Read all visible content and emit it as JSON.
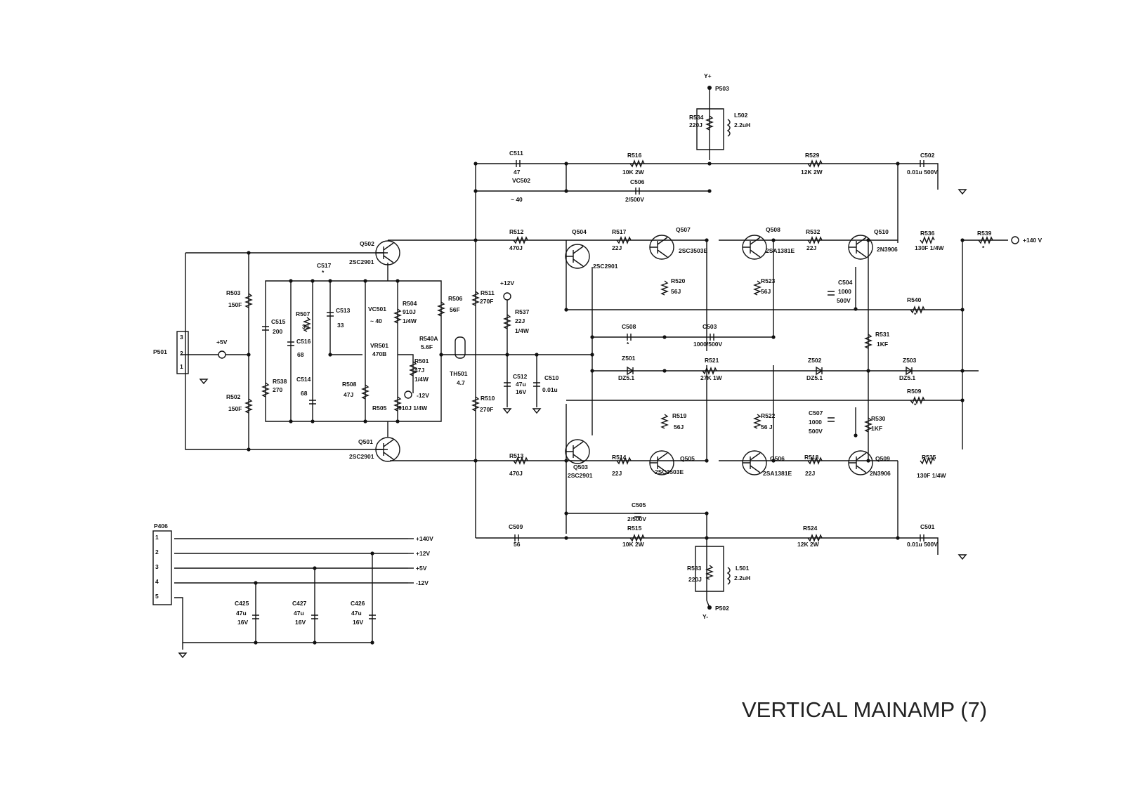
{
  "title": "VERTICAL  MAINAMP  (7)",
  "rails": {
    "y_plus": "Y+",
    "y_minus": "Y-",
    "p503": "P503",
    "p502": "P502",
    "plus140": "+140 V",
    "plus12": "+12V",
    "plus5": "+5V",
    "minus12": "-12V"
  },
  "connectors": {
    "p501": {
      "name": "P501",
      "pins": [
        "3",
        "2",
        "1"
      ]
    },
    "p406": {
      "name": "P406",
      "pins": [
        "1",
        "2",
        "3",
        "4",
        "5"
      ],
      "rails": [
        "+140V",
        "+12V",
        "+5V",
        "-12V"
      ]
    }
  },
  "labels": [
    {
      "id": "l-y-plus",
      "text": "Y+"
    },
    {
      "id": "l-p503",
      "text": "P503"
    },
    {
      "id": "l-r534",
      "text": "R534"
    },
    {
      "id": "l-r534-v",
      "text": "220J"
    },
    {
      "id": "l-l502",
      "text": "L502"
    },
    {
      "id": "l-l502-v",
      "text": "2.2uH"
    },
    {
      "id": "l-c511",
      "text": "C511"
    },
    {
      "id": "l-c511-v",
      "text": "47"
    },
    {
      "id": "l-r516",
      "text": "R516"
    },
    {
      "id": "l-r516-v",
      "text": "10K 2W"
    },
    {
      "id": "l-vc502",
      "text": "VC502"
    },
    {
      "id": "l-vc502-v",
      "text": "~ 40"
    },
    {
      "id": "l-c506",
      "text": "C506"
    },
    {
      "id": "l-c506-v",
      "text": "2/500V"
    },
    {
      "id": "l-r529",
      "text": "R529"
    },
    {
      "id": "l-r529-v",
      "text": "12K 2W"
    },
    {
      "id": "l-c502",
      "text": "C502"
    },
    {
      "id": "l-c502-v",
      "text": "0.01u  500V"
    },
    {
      "id": "l-q502",
      "text": "Q502"
    },
    {
      "id": "l-q502-t",
      "text": "2SC2901"
    },
    {
      "id": "l-r512",
      "text": "R512"
    },
    {
      "id": "l-r512-v",
      "text": "470J"
    },
    {
      "id": "l-q504",
      "text": "Q504"
    },
    {
      "id": "l-q504-t",
      "text": "2SC2901"
    },
    {
      "id": "l-r517",
      "text": "R517"
    },
    {
      "id": "l-r517-v",
      "text": "22J"
    },
    {
      "id": "l-q507",
      "text": "Q507"
    },
    {
      "id": "l-q507-t",
      "text": "2SC3503E"
    },
    {
      "id": "l-q508",
      "text": "Q508"
    },
    {
      "id": "l-q508-t",
      "text": "2SA1381E"
    },
    {
      "id": "l-r532",
      "text": "R532"
    },
    {
      "id": "l-r532-v",
      "text": "22J"
    },
    {
      "id": "l-q510",
      "text": "Q510"
    },
    {
      "id": "l-q510-t",
      "text": "2N3906"
    },
    {
      "id": "l-r536",
      "text": "R536"
    },
    {
      "id": "l-r536-v",
      "text": "130F  1/4W"
    },
    {
      "id": "l-r539",
      "text": "R539"
    },
    {
      "id": "l-r539-v",
      "text": "*"
    },
    {
      "id": "l-plus140",
      "text": "+140 V"
    },
    {
      "id": "l-c517",
      "text": "C517"
    },
    {
      "id": "l-c517-v",
      "text": "*"
    },
    {
      "id": "l-r503",
      "text": "R503"
    },
    {
      "id": "l-r503-v",
      "text": "150F"
    },
    {
      "id": "l-c515",
      "text": "C515"
    },
    {
      "id": "l-c515-v",
      "text": "200"
    },
    {
      "id": "l-r507",
      "text": "R507"
    },
    {
      "id": "l-r507-v",
      "text": "39"
    },
    {
      "id": "l-c513",
      "text": "C513"
    },
    {
      "id": "l-c513-v",
      "text": "33"
    },
    {
      "id": "l-vc501",
      "text": "VC501"
    },
    {
      "id": "l-vc501-v",
      "text": "~ 40"
    },
    {
      "id": "l-r504",
      "text": "R504"
    },
    {
      "id": "l-r504-v",
      "text": "910J"
    },
    {
      "id": "l-r504-p",
      "text": "1/4W"
    },
    {
      "id": "l-r506",
      "text": "R506"
    },
    {
      "id": "l-r506-v",
      "text": "56F"
    },
    {
      "id": "l-r511",
      "text": "R511"
    },
    {
      "id": "l-r511-v",
      "text": "270F"
    },
    {
      "id": "l-plus12",
      "text": "+12V"
    },
    {
      "id": "l-r537",
      "text": "R537"
    },
    {
      "id": "l-r537-v",
      "text": "22J"
    },
    {
      "id": "l-r537-p",
      "text": "1/4W"
    },
    {
      "id": "l-r520",
      "text": "R520"
    },
    {
      "id": "l-r520-v",
      "text": "56J"
    },
    {
      "id": "l-r523",
      "text": "R523"
    },
    {
      "id": "l-r523-v",
      "text": "56J"
    },
    {
      "id": "l-c504",
      "text": "C504"
    },
    {
      "id": "l-c504-v",
      "text": "1000"
    },
    {
      "id": "l-c504-vv",
      "text": "500V"
    },
    {
      "id": "l-r540",
      "text": "R540"
    },
    {
      "id": "l-r540-v",
      "text": "*"
    },
    {
      "id": "l-c516",
      "text": "C516"
    },
    {
      "id": "l-c516-v",
      "text": "68"
    },
    {
      "id": "l-r540a",
      "text": "R540A"
    },
    {
      "id": "l-r540a-v",
      "text": "5.6F"
    },
    {
      "id": "l-c508",
      "text": "C508"
    },
    {
      "id": "l-c508-v",
      "text": "*"
    },
    {
      "id": "l-c503",
      "text": "C503"
    },
    {
      "id": "l-c503-v",
      "text": "1000/500V"
    },
    {
      "id": "l-r531",
      "text": "R531"
    },
    {
      "id": "l-r531-v",
      "text": "1KF"
    },
    {
      "id": "l-p501",
      "text": "P501"
    },
    {
      "id": "l-plus5",
      "text": "+5V"
    },
    {
      "id": "l-vr501",
      "text": "VR501"
    },
    {
      "id": "l-vr501-v",
      "text": "470B"
    },
    {
      "id": "l-r501",
      "text": "R501"
    },
    {
      "id": "l-r501-v",
      "text": "47J"
    },
    {
      "id": "l-r501-p",
      "text": "1/4W"
    },
    {
      "id": "l-th501",
      "text": "TH501"
    },
    {
      "id": "l-th501-v",
      "text": "4.7"
    },
    {
      "id": "l-z501",
      "text": "Z501"
    },
    {
      "id": "l-z501-v",
      "text": "DZ5.1"
    },
    {
      "id": "l-r521",
      "text": "R521"
    },
    {
      "id": "l-r521-v",
      "text": "27K 1W"
    },
    {
      "id": "l-z502",
      "text": "Z502"
    },
    {
      "id": "l-z502-v",
      "text": "DZ5.1"
    },
    {
      "id": "l-z503",
      "text": "Z503"
    },
    {
      "id": "l-z503-v",
      "text": "DZ5.1"
    },
    {
      "id": "l-r538",
      "text": "R538"
    },
    {
      "id": "l-r538-v",
      "text": "270"
    },
    {
      "id": "l-c514",
      "text": "C514"
    },
    {
      "id": "l-c514-v",
      "text": "68"
    },
    {
      "id": "l-r508",
      "text": "R508"
    },
    {
      "id": "l-r508-v",
      "text": "47J"
    },
    {
      "id": "l-minus12",
      "text": "-12V"
    },
    {
      "id": "l-c512",
      "text": "C512"
    },
    {
      "id": "l-c512-v",
      "text": "47u"
    },
    {
      "id": "l-c512-vv",
      "text": "16V"
    },
    {
      "id": "l-c510",
      "text": "C510"
    },
    {
      "id": "l-c510-v",
      "text": "0.01u"
    },
    {
      "id": "l-r509",
      "text": "R509"
    },
    {
      "id": "l-r509-v",
      "text": "*"
    },
    {
      "id": "l-r502",
      "text": "R502"
    },
    {
      "id": "l-r502-v",
      "text": "150F"
    },
    {
      "id": "l-r505",
      "text": "R505"
    },
    {
      "id": "l-r505-v",
      "text": "910J 1/4W"
    },
    {
      "id": "l-r510",
      "text": "R510"
    },
    {
      "id": "l-r510-v",
      "text": "270F"
    },
    {
      "id": "l-r519",
      "text": "R519"
    },
    {
      "id": "l-r519-v",
      "text": "56J"
    },
    {
      "id": "l-r522",
      "text": "R522"
    },
    {
      "id": "l-r522-v",
      "text": "56 J"
    },
    {
      "id": "l-c507",
      "text": "C507"
    },
    {
      "id": "l-c507-v",
      "text": "1000"
    },
    {
      "id": "l-c507-vv",
      "text": "500V"
    },
    {
      "id": "l-r530",
      "text": "R530"
    },
    {
      "id": "l-r530-v",
      "text": "1KF"
    },
    {
      "id": "l-q501",
      "text": "Q501"
    },
    {
      "id": "l-q501-t",
      "text": "2SC2901"
    },
    {
      "id": "l-r513",
      "text": "R513"
    },
    {
      "id": "l-r513-v",
      "text": "470J"
    },
    {
      "id": "l-q503",
      "text": "Q503"
    },
    {
      "id": "l-q503-t",
      "text": "2SC2901"
    },
    {
      "id": "l-r514",
      "text": "R514"
    },
    {
      "id": "l-r514-v",
      "text": "22J"
    },
    {
      "id": "l-q505",
      "text": "Q505"
    },
    {
      "id": "l-q505-t",
      "text": "2SC3503E"
    },
    {
      "id": "l-q506",
      "text": "Q506"
    },
    {
      "id": "l-q506-t",
      "text": "2SA1381E"
    },
    {
      "id": "l-r518",
      "text": "R518"
    },
    {
      "id": "l-r518-v",
      "text": "22J"
    },
    {
      "id": "l-q509",
      "text": "Q509"
    },
    {
      "id": "l-q509-t",
      "text": "2N3906"
    },
    {
      "id": "l-r535",
      "text": "R535"
    },
    {
      "id": "l-r535-v",
      "text": "130F  1/4W"
    },
    {
      "id": "l-c505",
      "text": "C505"
    },
    {
      "id": "l-c505-v",
      "text": "2/500V"
    },
    {
      "id": "l-c509",
      "text": "C509"
    },
    {
      "id": "l-c509-v",
      "text": "56"
    },
    {
      "id": "l-r515",
      "text": "R515"
    },
    {
      "id": "l-r515-v",
      "text": "10K 2W"
    },
    {
      "id": "l-r524",
      "text": "R524"
    },
    {
      "id": "l-r524-v",
      "text": "12K 2W"
    },
    {
      "id": "l-c501",
      "text": "C501"
    },
    {
      "id": "l-c501-v",
      "text": "0.01u  500V"
    },
    {
      "id": "l-r533",
      "text": "R533"
    },
    {
      "id": "l-r533-v",
      "text": "220J"
    },
    {
      "id": "l-l501",
      "text": "L501"
    },
    {
      "id": "l-l501-v",
      "text": "2.2uH"
    },
    {
      "id": "l-p502",
      "text": "P502"
    },
    {
      "id": "l-y-minus",
      "text": "Y-"
    },
    {
      "id": "l-c425",
      "text": "C425"
    },
    {
      "id": "l-c425-v",
      "text": "47u"
    },
    {
      "id": "l-c425-vv",
      "text": "16V"
    },
    {
      "id": "l-c427",
      "text": "C427"
    },
    {
      "id": "l-c427-v",
      "text": "47u"
    },
    {
      "id": "l-c427-vv",
      "text": "16V"
    },
    {
      "id": "l-c426",
      "text": "C426"
    },
    {
      "id": "l-c426-v",
      "text": "47u"
    },
    {
      "id": "l-c426-vv",
      "text": "16V"
    }
  ]
}
